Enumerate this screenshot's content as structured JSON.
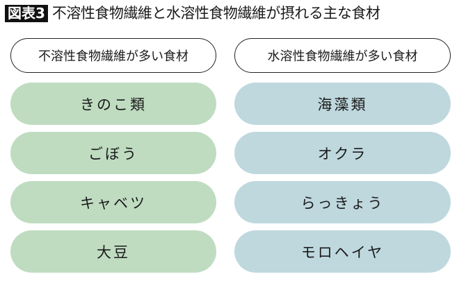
{
  "title": {
    "label": "図表3",
    "text": "不溶性食物繊維と水溶性食物繊維が摂れる主な食材"
  },
  "columns": [
    {
      "header": "不溶性食物繊維が多い食材",
      "color": "#bfdcc1",
      "items": [
        "きのこ類",
        "ごぼう",
        "キャベツ",
        "大豆"
      ]
    },
    {
      "header": "水溶性食物繊維が多い食材",
      "color": "#bed8de",
      "items": [
        "海藻類",
        "オクラ",
        "らっきょう",
        "モロヘイヤ"
      ]
    }
  ]
}
